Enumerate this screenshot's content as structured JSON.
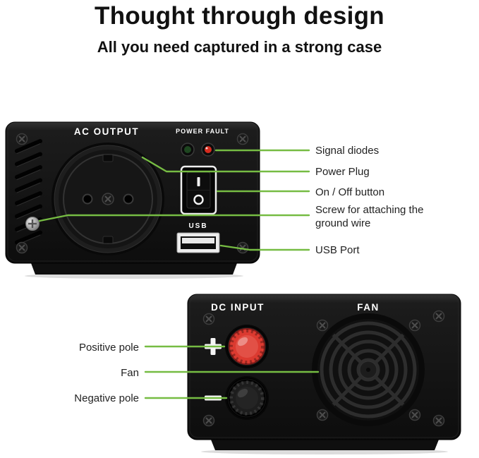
{
  "header": {
    "title": "Thought through design",
    "subtitle": "All you need captured in a strong case"
  },
  "front_view": {
    "ac_output_label": "AC OUTPUT",
    "power_fault_label": "POWER FAULT",
    "usb_label": "USB"
  },
  "back_view": {
    "dc_input_label": "DC INPUT",
    "fan_label": "FAN"
  },
  "front_callouts": [
    {
      "label": "Signal diodes"
    },
    {
      "label": "Power Plug"
    },
    {
      "label": "On / Off button"
    },
    {
      "label": "Screw for attaching the ground wire"
    },
    {
      "label": "USB Port"
    }
  ],
  "back_callouts": [
    {
      "label": "Positive pole"
    },
    {
      "label": "Fan"
    },
    {
      "label": "Negative pole"
    }
  ],
  "colors": {
    "accent_green": "#76BC43",
    "diode_red": "#D52B1E",
    "terminal_red": "#DC3A30",
    "device_black": "#141414"
  }
}
